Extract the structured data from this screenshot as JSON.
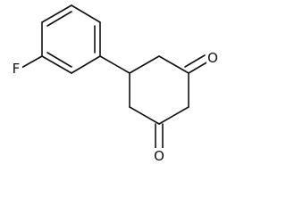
{
  "molecule": {
    "atoms": {
      "fluorine": "F",
      "oxygen_top": "O",
      "oxygen_bottom": "O"
    }
  }
}
